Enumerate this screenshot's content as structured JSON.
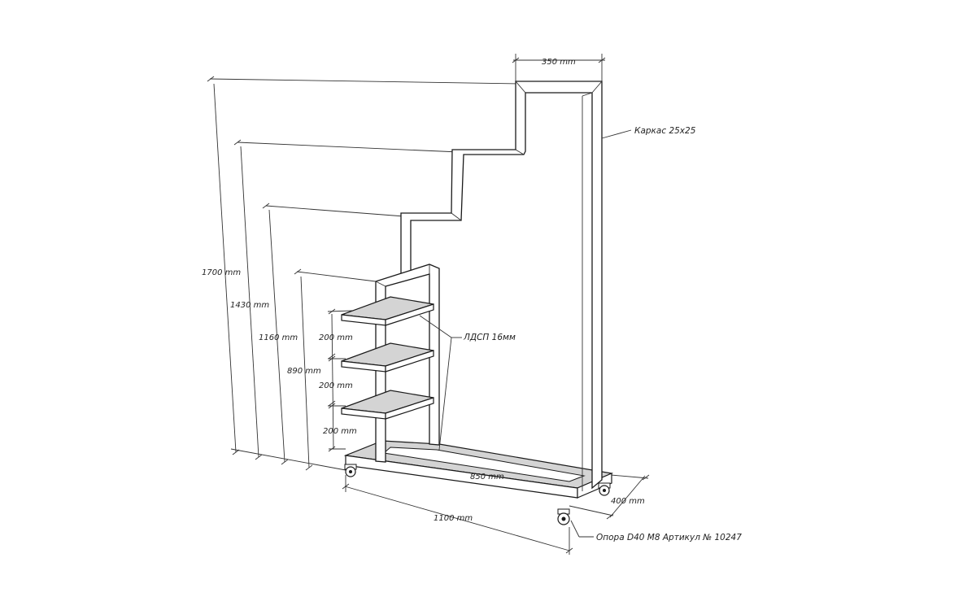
{
  "dimensions": {
    "total_height": "1700 mm",
    "height_2": "1430 mm",
    "height_3": "1160 mm",
    "shelf_height": "890 mm",
    "shelf_gap_1": "200 mm",
    "shelf_gap_2": "200 mm",
    "shelf_gap_3": "200 mm",
    "top_width": "350 mm",
    "depth": "400 mm",
    "inner_length": "850 mm",
    "total_length": "1100 mm"
  },
  "labels": {
    "frame": "Каркас 25х25",
    "material": "ЛДСП 16мм",
    "caster": "Опора D40 M8 Артикул № 10247"
  },
  "colors": {
    "line": "#1a1a1a",
    "shelf_fill": "#d4d4d4",
    "background": "#ffffff"
  }
}
